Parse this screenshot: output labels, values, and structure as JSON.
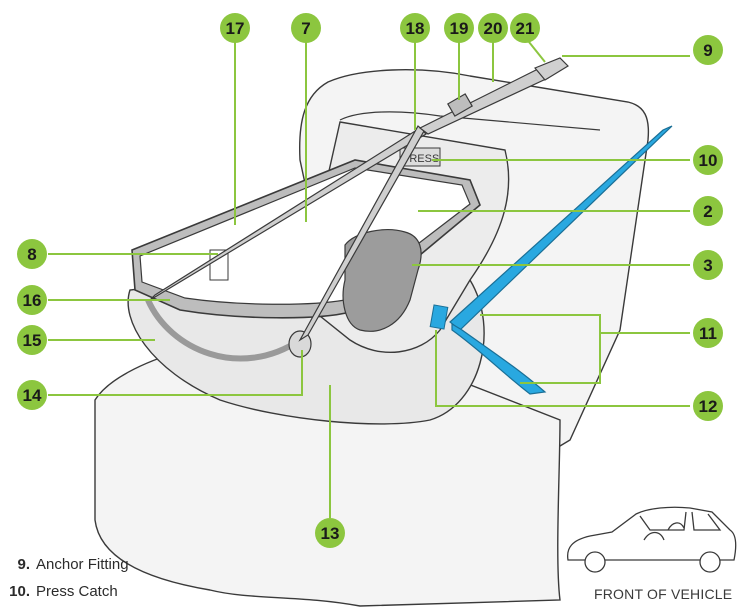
{
  "colors": {
    "callout_green": "#8cc63f",
    "badge_text": "#1a1a1a",
    "strap_blue": "#29a8e0",
    "outline": "#3a3a3a",
    "seat_fill": "#f2f2f2",
    "basket_fill": "#e6e6e6",
    "hood_fill": "#9a9a9a"
  },
  "callouts": {
    "c17": "17",
    "c7": "7",
    "c18": "18",
    "c19": "19",
    "c20": "20",
    "c21": "21",
    "c9": "9",
    "c10": "10",
    "c2": "2",
    "c3": "3",
    "c8": "8",
    "c16": "16",
    "c15": "15",
    "c11": "11",
    "c14": "14",
    "c12": "12",
    "c13": "13"
  },
  "seat_label": "PRESS",
  "legend": [
    {
      "num": "9.",
      "label": "Anchor Fitting"
    },
    {
      "num": "10.",
      "label": "Press Catch"
    }
  ],
  "front_label": "FRONT OF VEHICLE"
}
